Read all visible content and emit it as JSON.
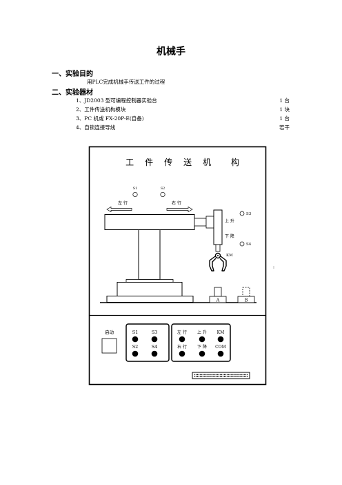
{
  "doc": {
    "title": "机械手",
    "sections": [
      {
        "heading": "一、实验目的",
        "text": "用PLC完成机械手传送工件的过程"
      },
      {
        "heading": "二、实验器材"
      }
    ],
    "equipment": [
      {
        "item": "1、JD2003 型可编程控制器实验台",
        "qty": "1 台"
      },
      {
        "item": "2、工件传送机构模块",
        "qty": "1 块"
      },
      {
        "item": "3、PC 机或 FX-20P-E(自备)",
        "qty": "1 台"
      },
      {
        "item": "4、自锁连接导线",
        "qty": "若干"
      }
    ]
  },
  "panel": {
    "title_chars": [
      "工",
      "件",
      "传",
      "送",
      "机",
      "构"
    ],
    "s1": "S1",
    "s2": "S2",
    "left": "左 行",
    "right": "右 行",
    "s3": "S3",
    "s4": "S4",
    "up": "上 升",
    "down": "下 降",
    "km": "KM",
    "a": "A",
    "b": "B",
    "start": "启动",
    "sw": {
      "s1": "S1",
      "s3": "S3",
      "s2": "S2",
      "s4": "S4"
    },
    "out": {
      "left": "左 行",
      "up": "上 升",
      "km": "KM",
      "right": "右 行",
      "down": "下 降",
      "com": "COM"
    }
  }
}
